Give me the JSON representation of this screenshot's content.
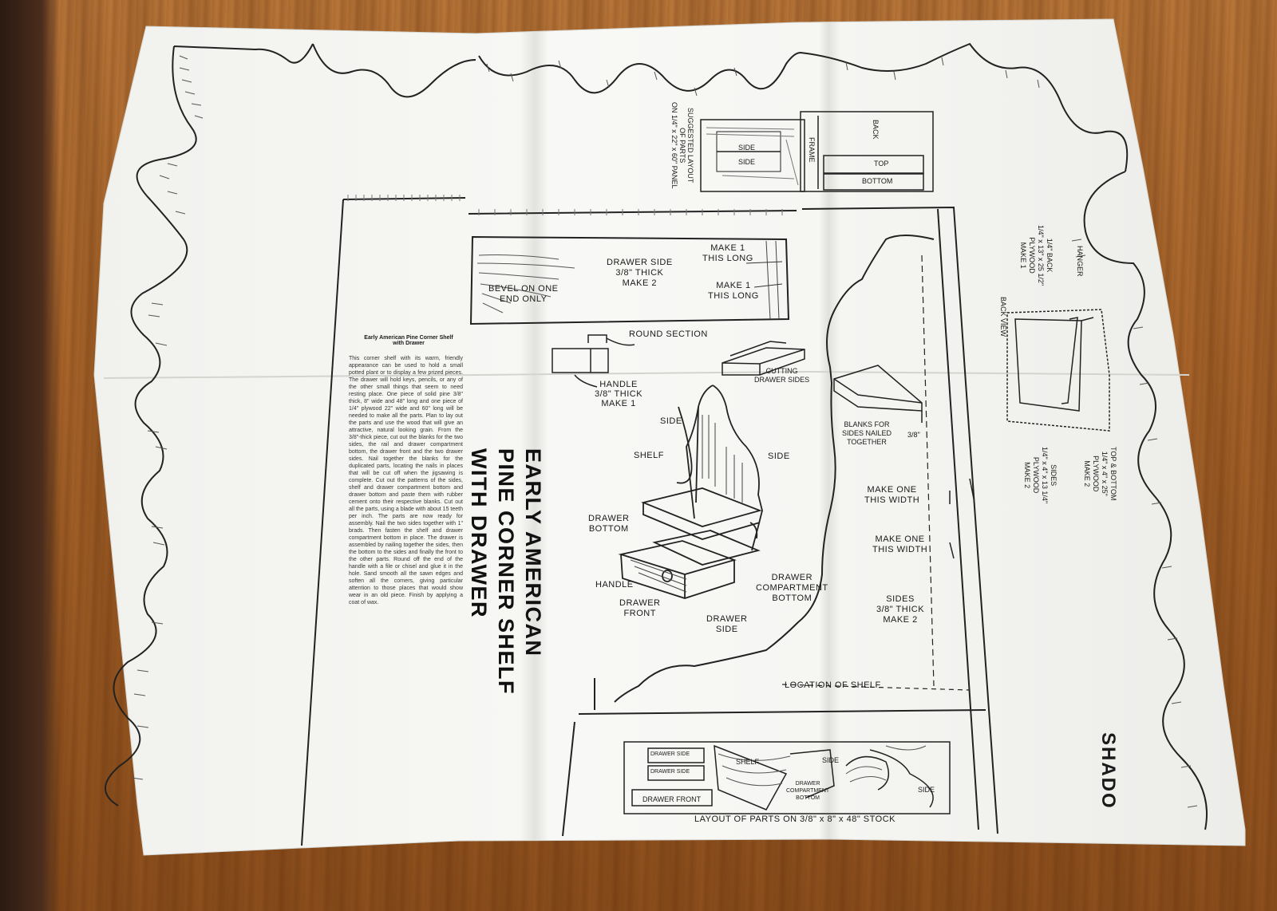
{
  "plan": {
    "headline": [
      "EARLY AMERICAN",
      "PINE CORNER SHELF",
      "WITH DRAWER"
    ],
    "article_title": [
      "Early American Pine Corner Shelf",
      "with Drawer"
    ],
    "article_body": "This corner shelf with its warm, friendly appearance can be used to hold a small potted plant or to display a few prized pieces. The drawer will hold keys, pencils, or any of the other small things that seem to need resting place. One piece of solid pine 3/8\" thick, 8\" wide and 48\" long and one piece of 1/4\" plywood 22\" wide and 60\" long will be needed to make all the parts. Plan to lay out the parts and use the wood that will give an attractive, natural looking grain. From the 3/8\"-thick piece, cut out the blanks for the two sides, the rail and drawer compartment bottom, the drawer front and the two drawer sides. Nail together the blanks for the duplicated parts, locating the nails in places that will be cut off when the jigsawing is complete. Cut out the patterns of the sides, shelf and drawer compartment bottom and drawer bottom and paste them with rubber cement onto their respective blanks. Cut out all the parts, using a blade with about 15 teeth per inch. The parts are now ready for assembly. Nail the two sides together with 1\" brads. Then fasten the shelf and drawer compartment bottom in place. The drawer is assembled by nailing together the sides, then the bottom to the sides and finally the front to the other parts. Round off the end of the handle with a file or chisel and glue it in the hole. Sand smooth all the sawn edges and soften all the corners, giving particular attention to those places that would show wear in an old piece. Finish by applying a coat of wax.",
    "suggested_layout": [
      "SUGGESTED LAYOUT",
      "OF PARTS",
      "ON 1/4\" x 22\" x 60\" PANEL"
    ],
    "layout_parts": {
      "side1": "SIDE",
      "side2": "SIDE",
      "frame": "FRAME",
      "back": "BACK",
      "top": "TOP",
      "bottom": "BOTTOM"
    },
    "drawer_side": [
      "DRAWER SIDE",
      "3/8\" THICK",
      "MAKE 2"
    ],
    "make_long_1": [
      "MAKE 1",
      "THIS LONG"
    ],
    "make_long_2": [
      "MAKE 1",
      "THIS LONG"
    ],
    "bevel": [
      "BEVEL ON ONE",
      "END ONLY"
    ],
    "round_section": "ROUND SECTION",
    "cutting_drawer_sides": [
      "CUTTING",
      "DRAWER SIDES"
    ],
    "handle_part": [
      "HANDLE",
      "3/8\" THICK",
      "MAKE 1"
    ],
    "exploded": {
      "side_left": "SIDE",
      "side_right": "SIDE",
      "shelf": "SHELF",
      "drawer_bottom": [
        "DRAWER",
        "BOTTOM"
      ],
      "handle": "HANDLE",
      "drawer_front": [
        "DRAWER",
        "FRONT"
      ],
      "drawer_side": [
        "DRAWER",
        "SIDE"
      ],
      "compartment": [
        "DRAWER",
        "COMPARTMENT",
        "BOTTOM"
      ]
    },
    "blanks": [
      "BLANKS FOR",
      "SIDES NAILED",
      "TOGETHER"
    ],
    "blanks_dim": "3/8\"",
    "make_width_1": [
      "MAKE ONE",
      "THIS WIDTH"
    ],
    "make_width_2": [
      "MAKE ONE",
      "THIS WIDTH"
    ],
    "sides_thick": [
      "SIDES",
      "3/8\" THICK",
      "MAKE 2"
    ],
    "location_shelf": "LOCATION OF SHELF",
    "stock_layout": {
      "ds1": "DRAWER SIDE",
      "ds2": "DRAWER SIDE",
      "shelf": "SHELF",
      "side_a": "SIDE",
      "side_b": "SIDE",
      "compartment": [
        "DRAWER",
        "COMPARTMENT",
        "BOTTOM"
      ],
      "front": "DRAWER FRONT",
      "caption": "LAYOUT OF PARTS ON 3/8\" x 8\" x 48\" STOCK"
    },
    "back_view": "BACK VIEW",
    "hanger": "HANGER",
    "back_spec": [
      "1/4\" BACK",
      "1/4\" x 13\" x 25 1/2\"",
      "PLYWOOD",
      "MAKE 1"
    ],
    "sides_spec": [
      "SIDES",
      "1/4\" x 4\" x 13 1/4\"",
      "PLYWOOD",
      "MAKE 2"
    ],
    "top_bottom_spec": [
      "TOP & BOTTOM",
      "1/4\" x 4\" x 25\"",
      "PLYWOOD",
      "MAKE 2"
    ],
    "corner_word": "SHADO"
  }
}
